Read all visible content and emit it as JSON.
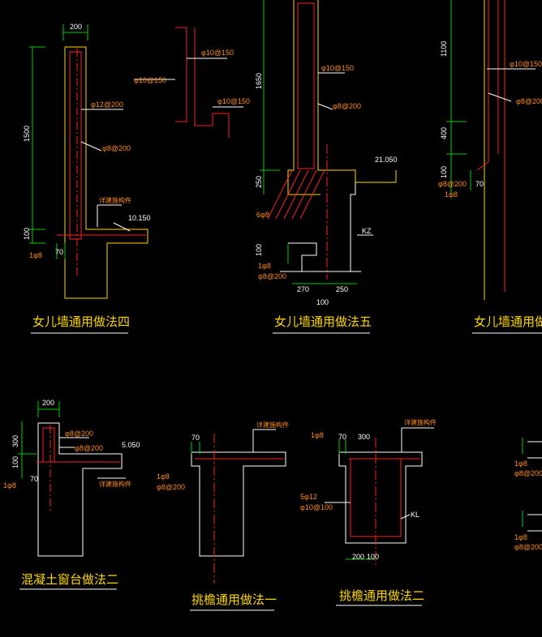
{
  "titles": {
    "d4": "女儿墙通用做法四",
    "d5": "女儿墙通用做法五",
    "d6": "女儿墙通用做法六",
    "sill2": "混凝土窗台做法二",
    "eave1": "挑檐通用做法一",
    "eave2": "挑檐通用做法二"
  },
  "d4": {
    "dim_top": "200",
    "dim_height": "1500",
    "dim_low": "100",
    "bar_main": "φ12@200",
    "bar_stir": "φ8@200",
    "note": "详建施构件",
    "elev": "10.150",
    "bar_corner": "1φ8",
    "dim_70": "70"
  },
  "detail_small": {
    "bar_a": "φ10@150",
    "bar_b": "φ10@150"
  },
  "d5": {
    "dim_height": "1650",
    "bar_a": "φ10@150",
    "bar_b": "φ8@200",
    "elev": "21.050",
    "dim_250": "250",
    "bar_multi": "6φ8",
    "dim_100": "100",
    "bar_corner": "1φ8",
    "bar_stir": "φ8@200",
    "col": "KZ",
    "dim_270": "270",
    "dim_250b": "250",
    "dim_100b": "100"
  },
  "d6": {
    "dim_1100": "1100",
    "dim_400": "400",
    "bar_a": "φ10@150",
    "bar_b": "φ8@200",
    "dim_100": "100",
    "bar_stir": "φ8@200",
    "bar_corner": "1φ8",
    "dim_70": "70"
  },
  "sill2": {
    "dim_200": "200",
    "dim_300": "300",
    "dim_100": "100",
    "bar_a": "φ8@200",
    "bar_b": "φ8@200",
    "elev": "5.050",
    "bar_corner": "1φ8",
    "dim_70": "70",
    "note": "详建施构件"
  },
  "eave1": {
    "note": "详建施构件",
    "dim_70": "70",
    "bar_corner": "1φ8",
    "bar_stir": "φ8@200"
  },
  "eave2": {
    "bar_corner": "1φ8",
    "dim_70": "70",
    "dim_300": "300",
    "note": "详建施构件",
    "bar_main": "5φ12",
    "bar_stir": "φ10@100",
    "beam": "KL",
    "dim_200": "200",
    "dim_100": "100"
  },
  "right_edge": {
    "a1": "1φ8",
    "a2": "φ8@200",
    "b1": "1φ8",
    "b2": "φ8@200"
  }
}
